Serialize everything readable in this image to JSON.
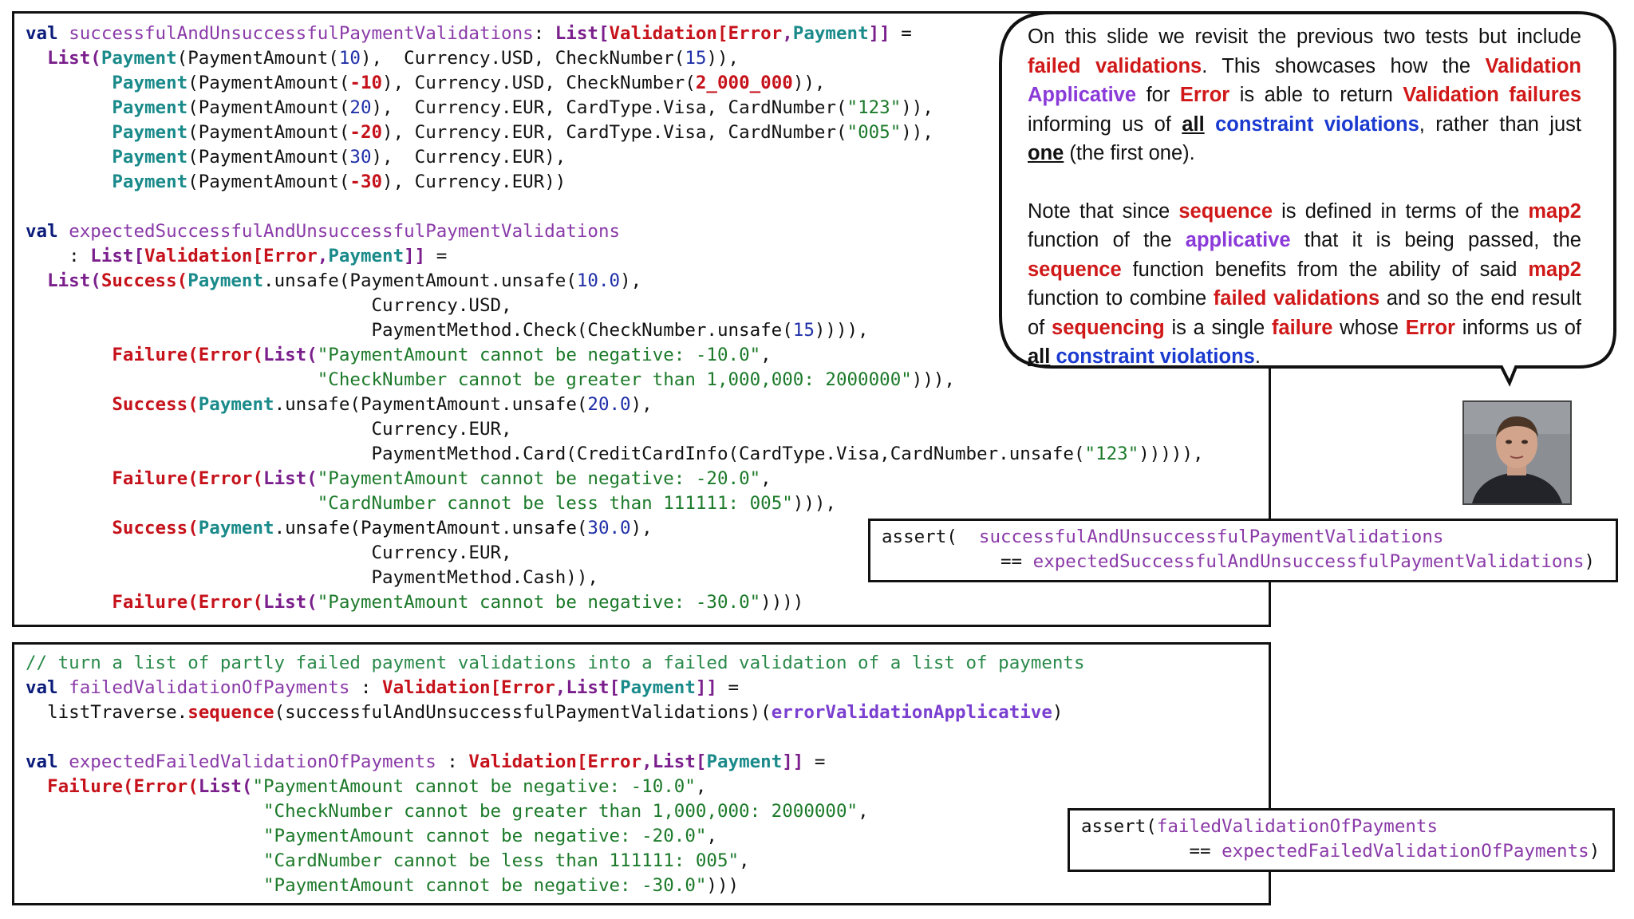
{
  "code_top": {
    "l1": [
      "val",
      " ",
      "successfulAndUnsuccessfulPaymentValidations",
      ": ",
      "List[",
      "Validation[",
      "Error",
      ",",
      "Payment",
      "]]",
      " ="
    ],
    "l2": [
      "  ",
      "List(",
      "Payment",
      "(PaymentAmount(",
      "10",
      "),  Currency.USD, CheckNumber(",
      "15",
      ")),"
    ],
    "l3": [
      "        ",
      "Payment",
      "(PaymentAmount(",
      "-10",
      "), Currency.USD, CheckNumber(",
      "2_000_000",
      ")),"
    ],
    "l4": [
      "        ",
      "Payment",
      "(PaymentAmount(",
      "20",
      "),  Currency.EUR, CardType.Visa, CardNumber(",
      "\"123\"",
      ")),"
    ],
    "l5": [
      "        ",
      "Payment",
      "(PaymentAmount(",
      "-20",
      "), Currency.EUR, CardType.Visa, CardNumber(",
      "\"005\"",
      ")),"
    ],
    "l6": [
      "        ",
      "Payment",
      "(PaymentAmount(",
      "30",
      "),  Currency.EUR),"
    ],
    "l7": [
      "        ",
      "Payment",
      "(PaymentAmount(",
      "-30",
      "), Currency.EUR))"
    ],
    "l9": [
      "val",
      " ",
      "expectedSuccessfulAndUnsuccessfulPaymentValidations"
    ],
    "l10": [
      "    : ",
      "List[",
      "Validation[",
      "Error",
      ",",
      "Payment",
      "]]",
      " ="
    ],
    "l11": [
      "  ",
      "List(",
      "Success(",
      "Payment",
      ".unsafe(PaymentAmount.unsafe(",
      "10.0",
      "),"
    ],
    "l12": "                                Currency.USD,",
    "l13": [
      "                                PaymentMethod.Check(CheckNumber.unsafe(",
      "15",
      ")))),"
    ],
    "l14": [
      "        ",
      "Failure(",
      "Error(",
      "List(",
      "\"PaymentAmount cannot be negative: -10.0\"",
      ","
    ],
    "l15": [
      "                           ",
      "\"CheckNumber cannot be greater than 1,000,000: 2000000\"",
      "))),"
    ],
    "l16": [
      "        ",
      "Success(",
      "Payment",
      ".unsafe(PaymentAmount.unsafe(",
      "20.0",
      "),"
    ],
    "l17": "                                Currency.EUR,",
    "l18": [
      "                                PaymentMethod.Card(CreditCardInfo(CardType.Visa,CardNumber.unsafe(",
      "\"123\"",
      "))))),"
    ],
    "l19": [
      "        ",
      "Failure(",
      "Error(",
      "List(",
      "\"PaymentAmount cannot be negative: -20.0\"",
      ","
    ],
    "l20": [
      "                           ",
      "\"CardNumber cannot be less than 111111: 005\"",
      "))),"
    ],
    "l21": [
      "        ",
      "Success(",
      "Payment",
      ".unsafe(PaymentAmount.unsafe(",
      "30.0",
      "),"
    ],
    "l22": "                                Currency.EUR,",
    "l23": "                                PaymentMethod.Cash)),",
    "l24": [
      "        ",
      "Failure(",
      "Error(",
      "List(",
      "\"PaymentAmount cannot be negative: -30.0\"",
      "))))"
    ]
  },
  "code_bottom": {
    "b1": "// turn a list of partly failed payment validations into a failed validation of a list of payments",
    "b2": [
      "val",
      " ",
      "failedValidationOfPayments",
      " : ",
      "Validation[",
      "Error",
      ",",
      "List[",
      "Payment",
      "]]",
      " ="
    ],
    "b3": [
      "  listTraverse.",
      "sequence",
      "(successfulAndUnsuccessfulPaymentValidations)(",
      "errorValidationApplicative",
      ")"
    ],
    "b5": [
      "val",
      " ",
      "expectedFailedValidationOfPayments",
      " : ",
      "Validation[",
      "Error",
      ",",
      "List[",
      "Payment",
      "]]",
      " ="
    ],
    "b6": [
      "  ",
      "Failure(",
      "Error(",
      "List(",
      "\"PaymentAmount cannot be negative: -10.0\"",
      ","
    ],
    "b7": [
      "                      ",
      "\"CheckNumber cannot be greater than 1,000,000: 2000000\"",
      ","
    ],
    "b8": [
      "                      ",
      "\"PaymentAmount cannot be negative: -20.0\"",
      ","
    ],
    "b9": [
      "                      ",
      "\"CardNumber cannot be less than 111111: 005\"",
      ","
    ],
    "b10": [
      "                      ",
      "\"PaymentAmount cannot be negative: -30.0\"",
      ")))"
    ]
  },
  "assert1": {
    "a1": [
      "assert(  ",
      "successfulAndUnsuccessfulPaymentValidations"
    ],
    "a2": [
      "           == ",
      "expectedSuccessfulAndUnsuccessfulPaymentValidations",
      ")"
    ]
  },
  "assert2": {
    "a1": [
      "assert(",
      "failedValidationOfPayments"
    ],
    "a2": [
      "          == ",
      "expectedFailedValidationOfPayments",
      ")"
    ]
  },
  "bubble": {
    "p1": [
      "On this slide we revisit the previous two tests but include ",
      "failed validations",
      ". This showcases how the ",
      "Validation",
      " ",
      "Applicative",
      " for ",
      "Error",
      " is able to return ",
      "Validation failures",
      " informing us of ",
      "all",
      " ",
      "constraint violations",
      ", rather than just ",
      "one",
      " (the first one)."
    ],
    "p2": [
      "Note that since ",
      "sequence",
      " is defined in terms of the ",
      "map2",
      " function of the ",
      "applicative",
      " that it is being passed, the ",
      "sequence",
      " function benefits from the ability of said ",
      "map2",
      " function to combine ",
      "failed validations",
      " and so the end result of ",
      "sequencing",
      " is a single ",
      "failure",
      " whose ",
      "Error",
      " informs us of ",
      "all",
      " ",
      "constraint violations",
      "."
    ]
  },
  "avatar": {
    "description_icon": "person-photo"
  }
}
